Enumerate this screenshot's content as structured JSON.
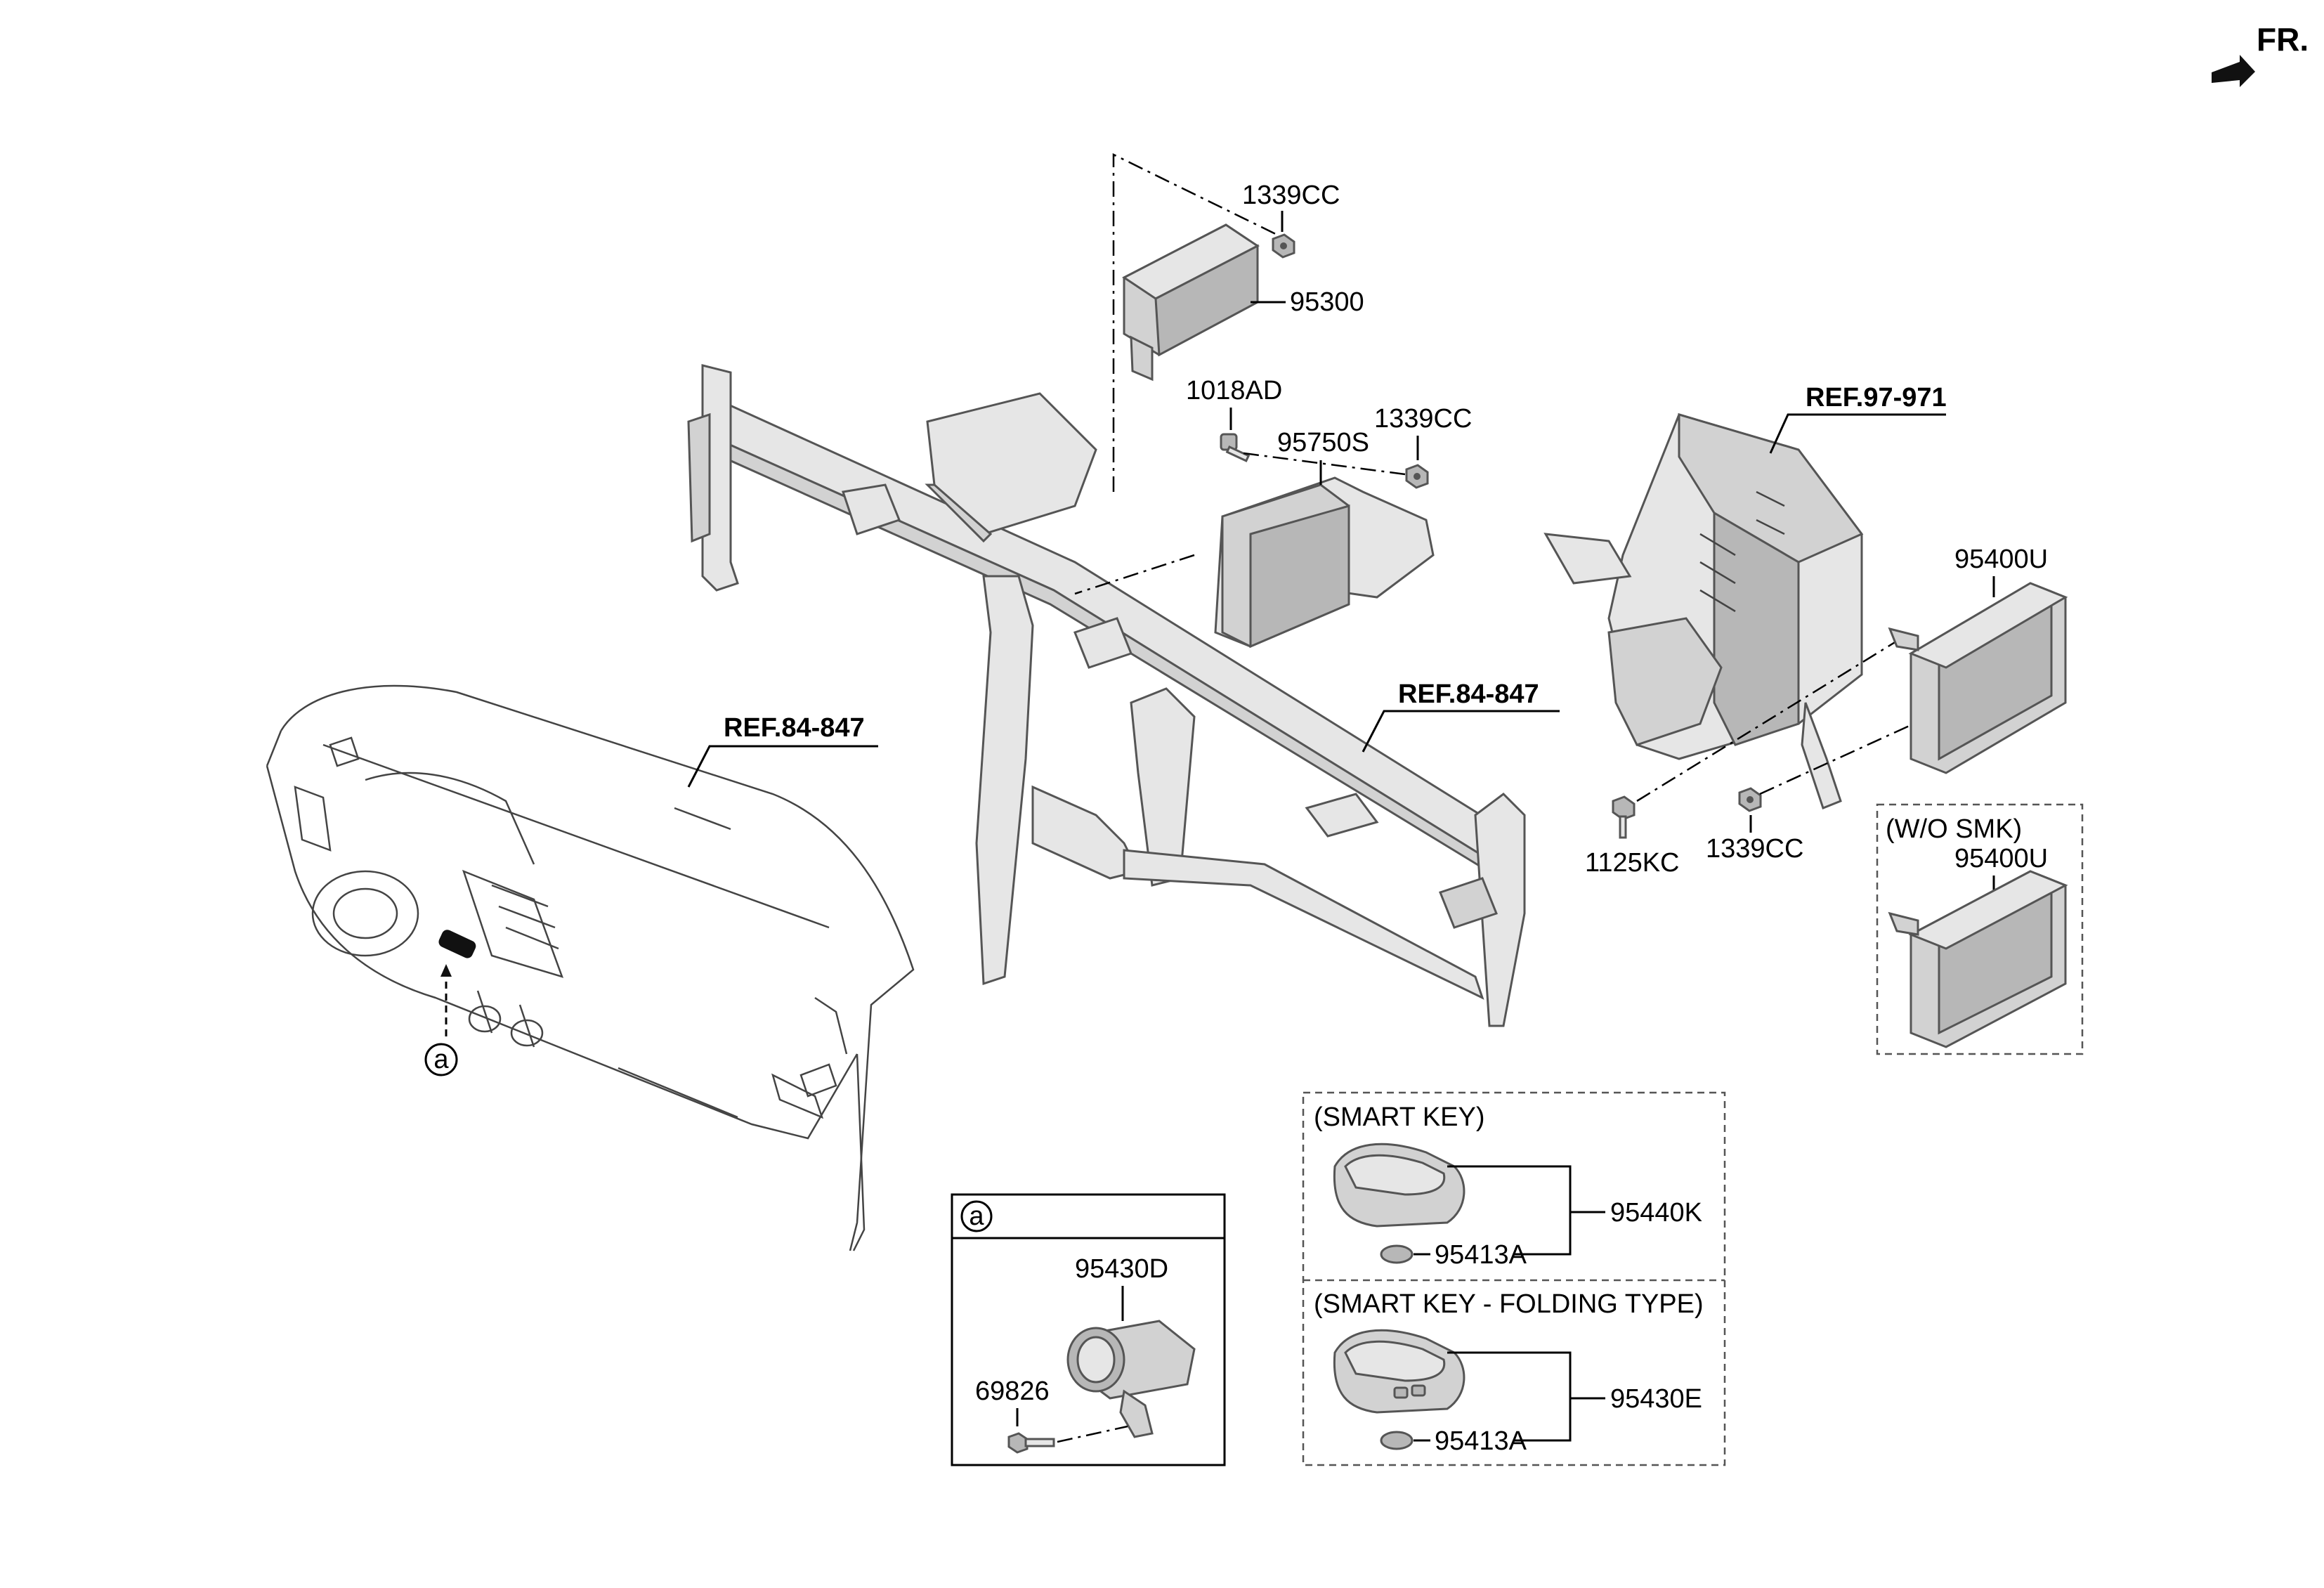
{
  "header": {
    "direction_label": "FR."
  },
  "refs": {
    "ref_97_971": "REF.97-971",
    "ref_84_847_beam": "REF.84-847",
    "ref_84_847_dash": "REF.84-847"
  },
  "parts": {
    "p_1339cc_top": "1339CC",
    "p_95300": "95300",
    "p_1018ad": "1018AD",
    "p_95750s": "95750S",
    "p_1339cc_mid": "1339CC",
    "p_95400u_main": "95400U",
    "p_1125kc": "1125KC",
    "p_1339cc_hvac": "1339CC"
  },
  "wo_smk": {
    "title": "(W/O SMK)",
    "part": "95400U"
  },
  "detail_a": {
    "marker": "a",
    "part_switch": "95430D",
    "part_screw": "69826"
  },
  "callout_a": "a",
  "smart_key": {
    "title": "(SMART KEY)",
    "key": "95440K",
    "battery": "95413A"
  },
  "smart_key_folding": {
    "title": "(SMART KEY - FOLDING TYPE)",
    "key": "95430E",
    "battery": "95413A"
  }
}
